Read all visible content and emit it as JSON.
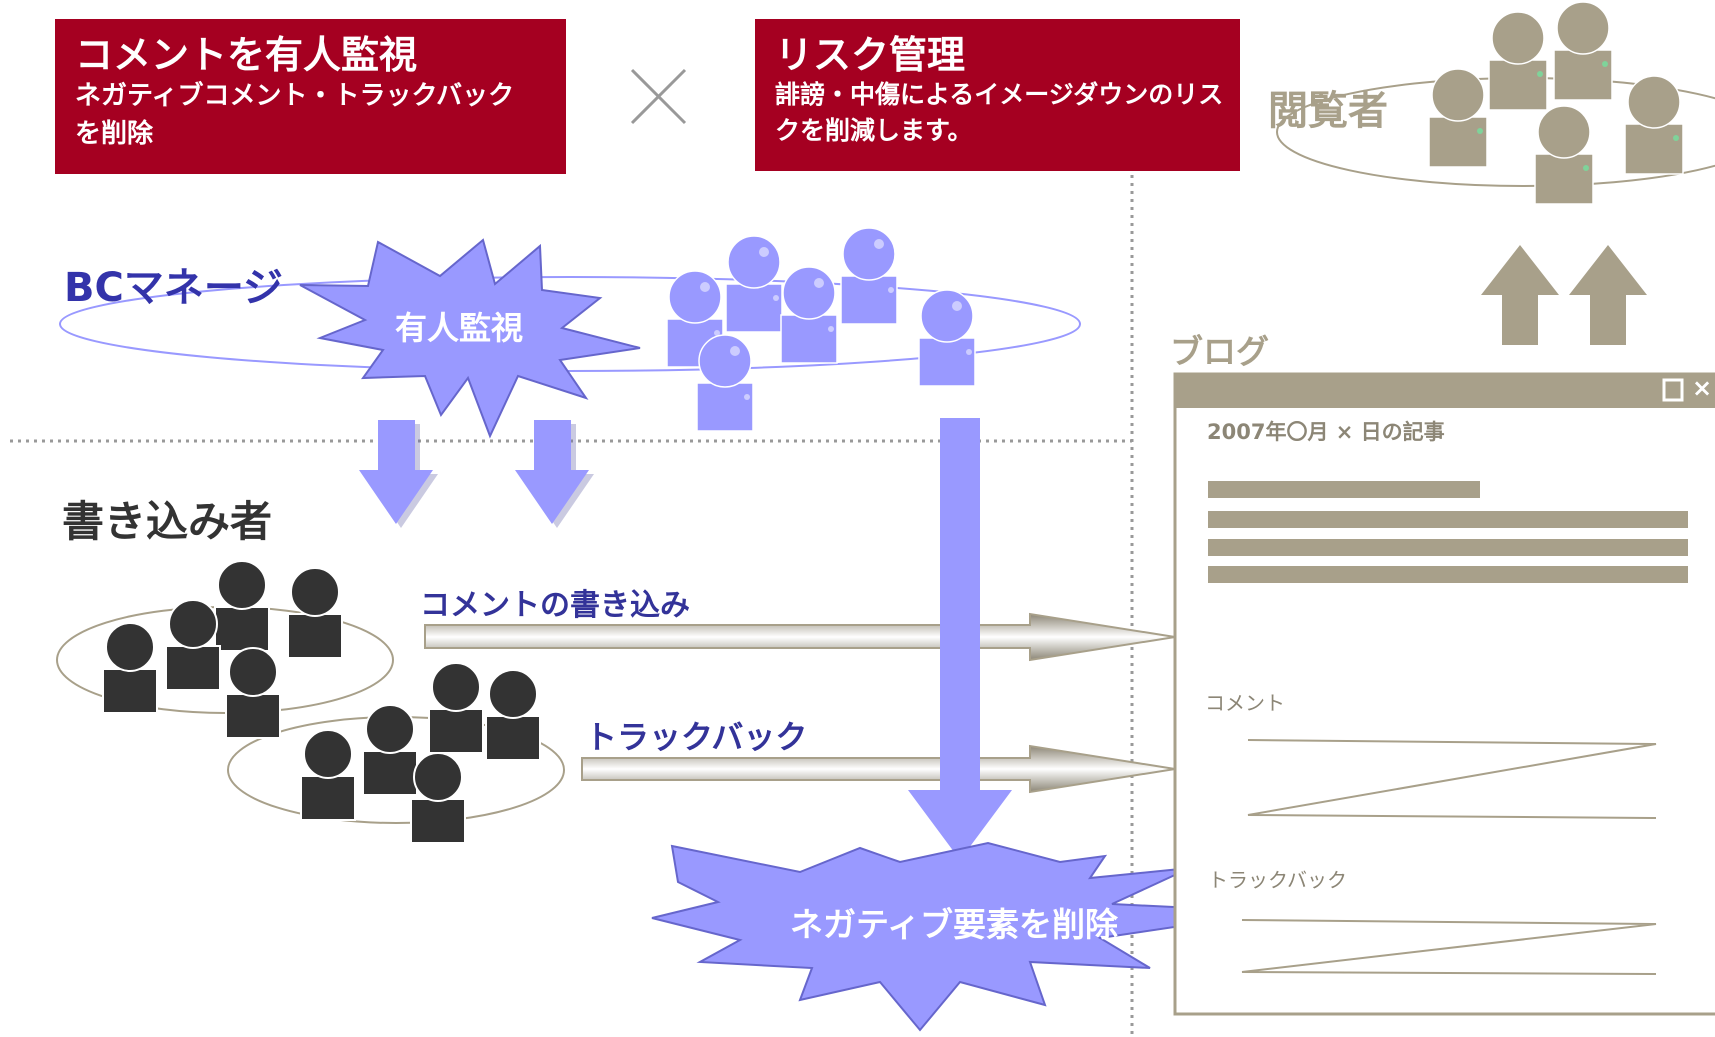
{
  "boxes": {
    "left": {
      "title": "コメントを有人監視",
      "desc": "ネガティブコメント・トラックバックを削除"
    },
    "right": {
      "title": "リスク管理",
      "desc": "誹謗・中傷によるイメージダウンのリスクを削減します。"
    },
    "cross_symbol": "×"
  },
  "labels": {
    "viewers": "閲覧者",
    "bc_manage": "BCマネージ",
    "monitor_burst": "有人監視",
    "writers": "書き込み者",
    "blog": "ブログ",
    "comment_arrow": "コメントの書き込み",
    "trackback_arrow": "トラックバック",
    "delete_burst": "ネガティブ要素を削除"
  },
  "blog_window": {
    "post_title": "2007年〇月 × 日の記事",
    "comment_label": "コメント",
    "trackback_label": "トラックバック",
    "window_buttons": [
      "□",
      "×"
    ]
  },
  "colors": {
    "red": "#a50021",
    "purple": "#9999ff",
    "purple_text": "#3333aa",
    "tan": "#a8a08a",
    "dark": "#333333"
  }
}
